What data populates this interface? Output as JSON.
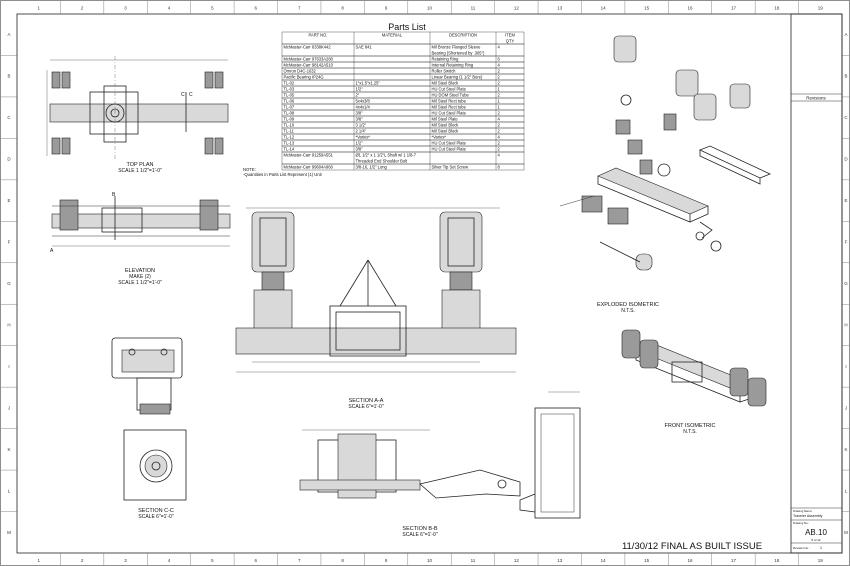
{
  "parts_list": {
    "title": "Parts List",
    "headers": [
      "PART NO.",
      "MATERIAL",
      "DESCRIPTION",
      "ITEM QTY"
    ],
    "rows": [
      [
        "McMaster-Carr 6338K442",
        "SAE 841",
        "Mil Bronze Flanged Sleeve Bearing (Shortened by .305\")",
        "4"
      ],
      [
        "McMaster-Carr 97633A280",
        "",
        "Retaining Ring",
        "6"
      ],
      [
        "McMaster-Carr 98142A510",
        "",
        "Internal Retaining Ring",
        "4"
      ],
      [
        "Omron D4C-1632",
        "",
        "Roller Switch",
        "2"
      ],
      [
        "Pacific Bearing IP24G",
        "",
        "Linear Bearing (1 1/2\" Bore)",
        "2"
      ],
      [
        "TL-02",
        "1\"x1.5\"x1.25\"",
        "Mil Steel Block",
        "2"
      ],
      [
        "TL-03",
        "1/2\"",
        "HU Cut Steel Plate",
        "1"
      ],
      [
        "TL-05",
        "2\"",
        "HU DOM Steel Tube",
        "2"
      ],
      [
        "TL-06",
        "5x4x3/8",
        "Mil Steel Rect tube",
        "1"
      ],
      [
        "TL-07",
        "4x4x1/4",
        "Mil Steel Rect tube",
        "1"
      ],
      [
        "TL-08",
        "3/8\"",
        "HU Cut Steel Plate",
        "2"
      ],
      [
        "TL-09",
        "3/8\"",
        "Mil Steel Plate",
        "4"
      ],
      [
        "TL-10",
        "3 1/2\"",
        "Mil Steel Block",
        "2"
      ],
      [
        "TL-11",
        "2 1/4\"",
        "Mil Steel Block",
        "2"
      ],
      [
        "TL-12",
        "*Varies*",
        "*Varies*",
        "4"
      ],
      [
        "TL-13",
        "1/2\"",
        "HU Cut Steel Plate",
        "2"
      ],
      [
        "TL-14",
        "3/8\"",
        "HU Cut Steel Plate",
        "2"
      ],
      [
        "McMaster-Carr 91259A551",
        "Ø1 1/2\" x 1 1/2\"L Shaft w/ 1 1/8-7 Threaded End Shoulder Bolt",
        "",
        "4"
      ],
      [
        "McMaster-Carr 99604A960",
        "3/8-16, 1/2\" Long",
        "Silver Tip Set Screw",
        "8"
      ]
    ]
  },
  "note": {
    "label": "NOTE:",
    "text": "-Quantities in Parts List Represent (1) Unit"
  },
  "views": {
    "top_plan": {
      "title": "TOP PLAN",
      "scale": "SCALE 1 1/2\"=1'-0\""
    },
    "elevation": {
      "title": "ELEVATION",
      "sub": "MAKE (2)",
      "scale": "SCALE 1 1/2\"=1'-0\""
    },
    "section_aa": {
      "title": "SECTION A-A",
      "scale": "SCALE 6\"=1'-0\""
    },
    "section_bb": {
      "title": "SECTION B-B",
      "scale": "SCALE 6\"=1'-0\""
    },
    "section_cc": {
      "title": "SECTION C-C",
      "scale": "SCALE 6\"=1'-0\""
    },
    "exploded": {
      "title": "EXPLODED ISOMETRIC",
      "scale": "N.T.S."
    },
    "front_iso": {
      "title": "FRONT ISOMETRIC",
      "scale": "N.T.S."
    }
  },
  "section_markers": {
    "a": "A",
    "b": "B",
    "c": "C"
  },
  "issue_stamp": "11/30/12 FINAL AS BUILT ISSUE",
  "title_block": {
    "revisions": "Revisions",
    "drawing_title_label": "Drawing Name:",
    "drawing_title": "Traveler Assembly",
    "drawing_no_label": "Drawing No.:",
    "drawing_no": "AB.10",
    "sheet": "8 of 12",
    "revision_label": "Revision No.:",
    "revision": "1"
  },
  "border": {
    "cols": [
      "1",
      "2",
      "3",
      "4",
      "5",
      "6",
      "7",
      "8",
      "9",
      "10",
      "11",
      "12",
      "13",
      "14",
      "15",
      "16",
      "17",
      "18",
      "19"
    ],
    "rows": [
      "A",
      "B",
      "C",
      "D",
      "E",
      "F",
      "G",
      "H",
      "I",
      "J",
      "K",
      "L",
      "M"
    ]
  }
}
